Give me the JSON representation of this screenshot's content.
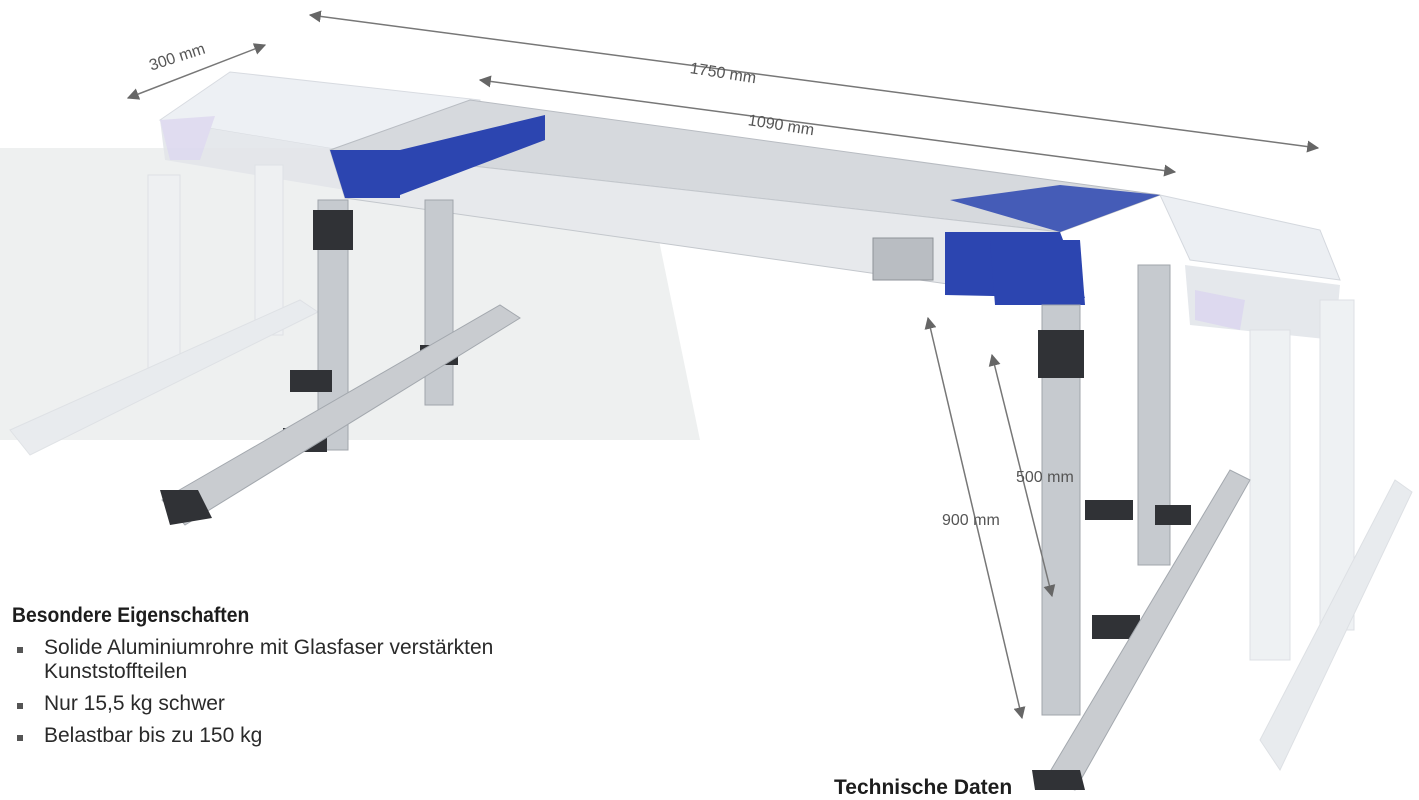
{
  "dimensions": {
    "depth": "300 mm",
    "total_length": "1750 mm",
    "platform_length": "1090 mm",
    "min_height": "500 mm",
    "max_height": "900 mm"
  },
  "features": {
    "title": "Besondere Eigenschaften",
    "items": [
      "Solide Aluminiumrohre mit Glasfaser verstärkten Kunststoffteilen",
      "Nur 15,5 kg schwer",
      "Belastbar bis zu 150 kg"
    ]
  },
  "tech": {
    "title": "Technische Daten"
  },
  "colors": {
    "accent_blue": "#2c45b0",
    "aluminium": "#c8ccd0",
    "panel_gray": "#eef0f0"
  }
}
